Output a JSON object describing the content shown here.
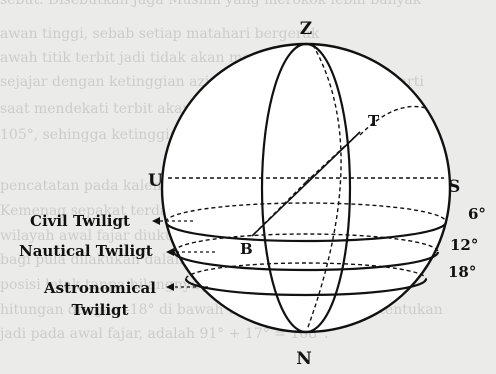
{
  "diagram": {
    "zenith": "Z",
    "nadir": "N",
    "west_point": "U",
    "east_point": "S",
    "star": "T",
    "observer": "B",
    "twilights": {
      "civil": "Civil Twiligt",
      "nautical": "Nautical Twiligt",
      "astronomical_line1": "Astronomical",
      "astronomical_line2": "Twiligt"
    },
    "degrees": {
      "d6": "6°",
      "d12": "12°",
      "d18": "18°"
    }
  },
  "background_text": [
    "sebut. Disebutkan juga Muslim yang merokok lebih banyak",
    "awan tinggi, sebab setiap matahari bergerak",
    "awah titik terbit jadi tidak akan mengeluarkan",
    "sejajar dengan ketinggian azimut matahari 12°, lalu berarti",
    "saat mendekati terbit akan terlihat, matahari = -18°",
    "105°, sehingga ketinggian awal suatu ke horizon dengan",
    "pencatatan pada kalender yang lengkap di bawah",
    "Kemenag sepakat terdapat dalam salah satu",
    "wilayah awal fajar diukur ketinggian matahari",
    "bagi pula dilakukan dalam perhitungan yang",
    "posisi letak tanpa hilangnya jika ditunjukkan dengan",
    "hitungan dengan -18° di bawah ufuk dengan dapat ditentukan",
    "jadi pada awal fajar, adalah 91° + 17° = 108°."
  ]
}
